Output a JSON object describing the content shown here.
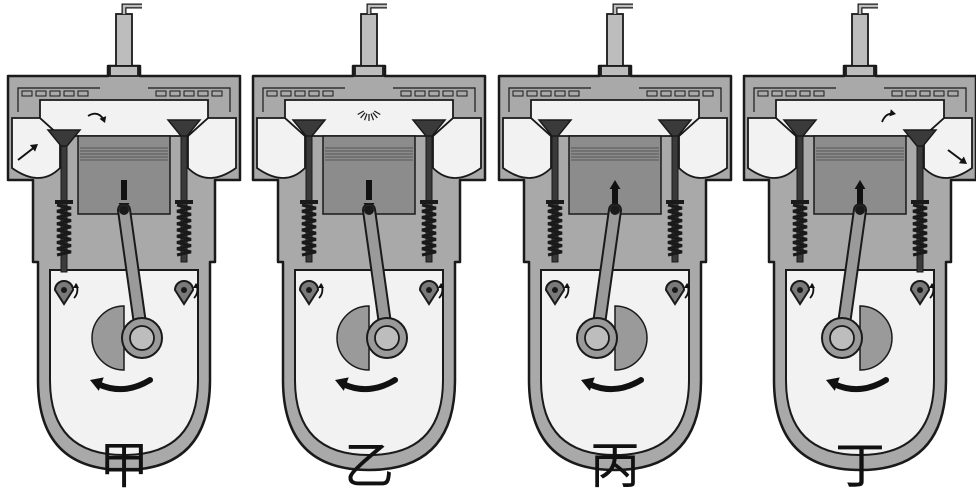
{
  "engines": [
    {
      "label": "甲",
      "piston": "down",
      "intake": "open",
      "exhaust": "closed",
      "spark": false,
      "crank_side": "right"
    },
    {
      "label": "乙",
      "piston": "down",
      "intake": "closed",
      "exhaust": "closed",
      "spark": true,
      "crank_side": "right"
    },
    {
      "label": "丙",
      "piston": "up",
      "intake": "closed",
      "exhaust": "closed",
      "spark": false,
      "crank_side": "left"
    },
    {
      "label": "丁",
      "piston": "up",
      "intake": "closed",
      "exhaust": "open",
      "spark": false,
      "crank_side": "left"
    }
  ],
  "colors": {
    "casing": "#a9a9a9",
    "outline": "#1a1a1a",
    "chamber": "#f2f2f2",
    "cylinder_gas": "#8c8c8c",
    "crank": "#9a9a9a",
    "valve": "#3a3a3a",
    "arrow": "#111111"
  }
}
